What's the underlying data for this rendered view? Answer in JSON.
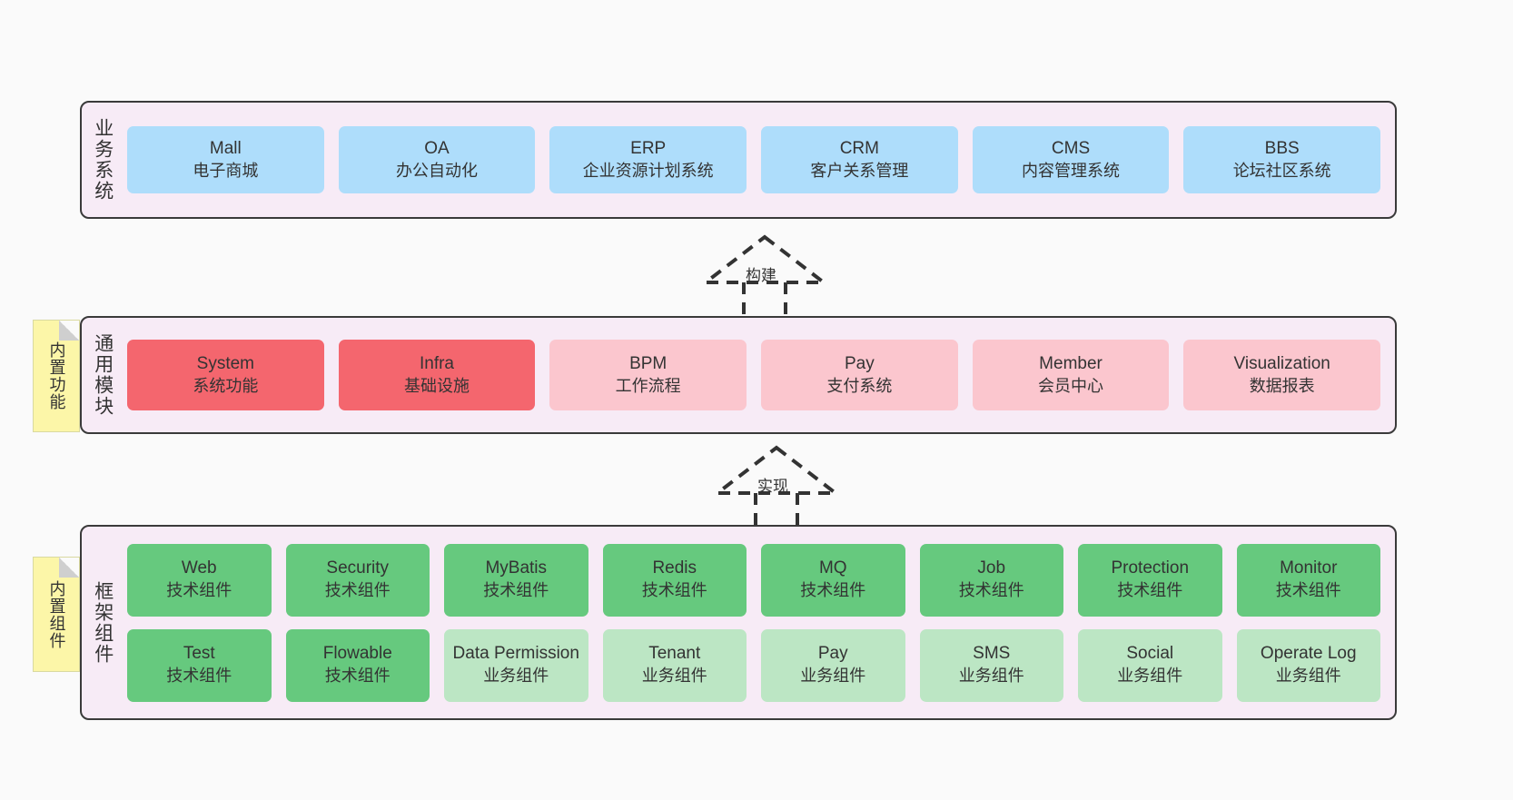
{
  "layers": [
    {
      "id": "business",
      "title": "业务系统",
      "note": null,
      "rows": [
        {
          "boxes": [
            {
              "en": "Mall",
              "cn": "电子商城",
              "color": "#AEDDFB",
              "style": "c-blue"
            },
            {
              "en": "OA",
              "cn": "办公自动化",
              "color": "#AEDDFB",
              "style": "c-blue"
            },
            {
              "en": "ERP",
              "cn": "企业资源计划系统",
              "color": "#AEDDFB",
              "style": "c-blue"
            },
            {
              "en": "CRM",
              "cn": "客户关系管理",
              "color": "#AEDDFB",
              "style": "c-blue"
            },
            {
              "en": "CMS",
              "cn": "内容管理系统",
              "color": "#AEDDFB",
              "style": "c-blue"
            },
            {
              "en": "BBS",
              "cn": "论坛社区系统",
              "color": "#AEDDFB",
              "style": "c-blue"
            }
          ]
        }
      ]
    },
    {
      "id": "modules",
      "title": "通用模块",
      "note": "内置功能",
      "rows": [
        {
          "boxes": [
            {
              "en": "System",
              "cn": "系统功能",
              "color": "#F4666E",
              "style": "c-red"
            },
            {
              "en": "Infra",
              "cn": "基础设施",
              "color": "#F4666E",
              "style": "c-red"
            },
            {
              "en": "BPM",
              "cn": "工作流程",
              "color": "#FBC6CE",
              "style": "c-pink"
            },
            {
              "en": "Pay",
              "cn": "支付系统",
              "color": "#FBC6CE",
              "style": "c-pink"
            },
            {
              "en": "Member",
              "cn": "会员中心",
              "color": "#FBC6CE",
              "style": "c-pink"
            },
            {
              "en": "Visualization",
              "cn": "数据报表",
              "color": "#FBC6CE",
              "style": "c-pink"
            }
          ]
        }
      ]
    },
    {
      "id": "framework",
      "title": "框架组件",
      "note": "内置组件",
      "rows": [
        {
          "boxes": [
            {
              "en": "Web",
              "cn": "技术组件",
              "color": "#66C97E",
              "style": "c-green"
            },
            {
              "en": "Security",
              "cn": "技术组件",
              "color": "#66C97E",
              "style": "c-green"
            },
            {
              "en": "MyBatis",
              "cn": "技术组件",
              "color": "#66C97E",
              "style": "c-green"
            },
            {
              "en": "Redis",
              "cn": "技术组件",
              "color": "#66C97E",
              "style": "c-green"
            },
            {
              "en": "MQ",
              "cn": "技术组件",
              "color": "#66C97E",
              "style": "c-green"
            },
            {
              "en": "Job",
              "cn": "技术组件",
              "color": "#66C97E",
              "style": "c-green"
            },
            {
              "en": "Protection",
              "cn": "技术组件",
              "color": "#66C97E",
              "style": "c-green"
            },
            {
              "en": "Monitor",
              "cn": "技术组件",
              "color": "#66C97E",
              "style": "c-green"
            }
          ]
        },
        {
          "boxes": [
            {
              "en": "Test",
              "cn": "技术组件",
              "color": "#66C97E",
              "style": "c-green"
            },
            {
              "en": "Flowable",
              "cn": "技术组件",
              "color": "#66C97E",
              "style": "c-green"
            },
            {
              "en": "Data Permission",
              "cn": "业务组件",
              "color": "#BCE6C4",
              "style": "c-greenlight"
            },
            {
              "en": "Tenant",
              "cn": "业务组件",
              "color": "#BCE6C4",
              "style": "c-greenlight"
            },
            {
              "en": "Pay",
              "cn": "业务组件",
              "color": "#BCE6C4",
              "style": "c-greenlight"
            },
            {
              "en": "SMS",
              "cn": "业务组件",
              "color": "#BCE6C4",
              "style": "c-greenlight"
            },
            {
              "en": "Social",
              "cn": "业务组件",
              "color": "#BCE6C4",
              "style": "c-greenlight"
            },
            {
              "en": "Operate Log",
              "cn": "业务组件",
              "color": "#BCE6C4",
              "style": "c-greenlight"
            }
          ]
        }
      ]
    }
  ],
  "connectors": [
    {
      "id": "build",
      "label": "构建",
      "from": "modules",
      "to": "business"
    },
    {
      "id": "implement",
      "label": "实现",
      "from": "framework",
      "to": "modules"
    }
  ],
  "colors": {
    "panel_background": "#F7EBF6",
    "panel_border": "#3A3A3A",
    "canvas_background": "#FAFAFA",
    "note_background": "#FCF6A8",
    "note_fold": "#CFCFCF",
    "text": "#333333"
  }
}
